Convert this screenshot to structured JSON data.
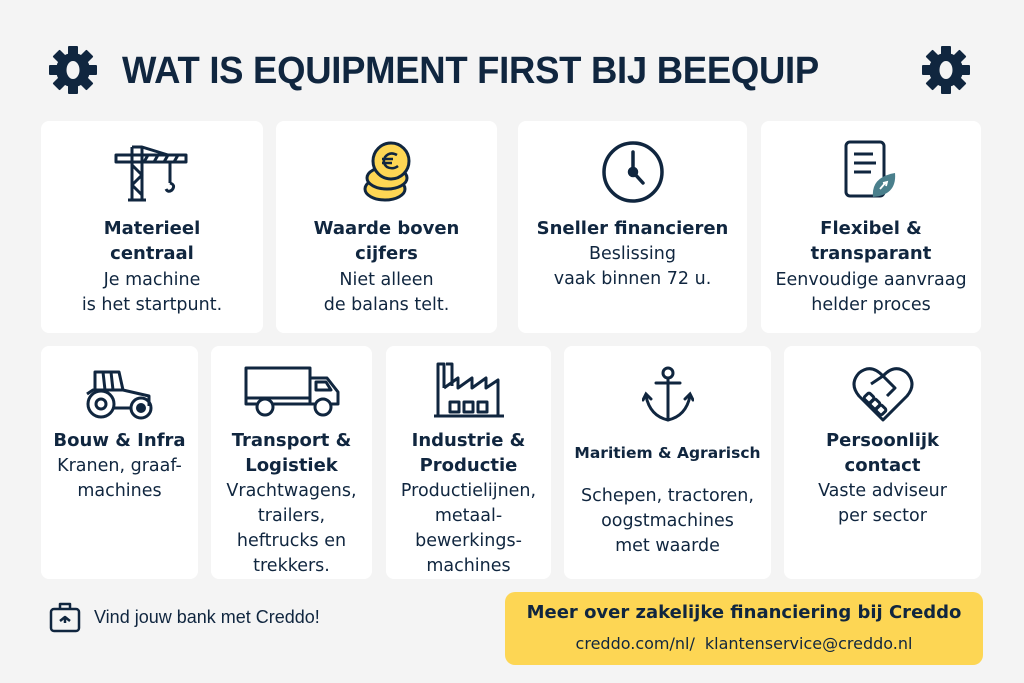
{
  "header": {
    "title": "WAT IS EQUIPMENT FIRST BIJ BEEQUIP",
    "left_icon": "gear-icon",
    "right_icon": "gear-icon"
  },
  "colors": {
    "background": "#f4f4f4",
    "card": "#ffffff",
    "text": "#10263f",
    "accent_yellow": "#fdd654",
    "accent_teal": "#4a7f8c"
  },
  "features": [
    {
      "icon": "crane-icon",
      "heading_lines": [
        "Materieel",
        "centraal"
      ],
      "body_lines": [
        "Je machine",
        "is het startpunt."
      ]
    },
    {
      "icon": "euro-coins-icon",
      "heading_lines": [
        "Waarde boven",
        "cijfers"
      ],
      "body_lines": [
        "Niet alleen",
        "de balans telt."
      ]
    },
    {
      "icon": "clock-icon",
      "heading_lines": [
        "Sneller financieren"
      ],
      "body_lines": [
        "Beslissing",
        "vaak binnen 72 u."
      ]
    },
    {
      "icon": "document-leaf-icon",
      "heading_lines": [
        "Flexibel &",
        "transparant"
      ],
      "body_lines": [
        "Eenvoudige aanvraag",
        "helder proces"
      ]
    }
  ],
  "sectors": [
    {
      "icon": "tractor-icon",
      "heading_lines": [
        "Bouw & Infra"
      ],
      "body_lines": [
        "Kranen, graaf-",
        "machines"
      ]
    },
    {
      "icon": "truck-icon",
      "heading_lines": [
        "Transport &",
        "Logistiek"
      ],
      "body_lines": [
        "Vrachtwagens,",
        "trailers,",
        "heftrucks en",
        "trekkers."
      ]
    },
    {
      "icon": "factory-icon",
      "heading_lines": [
        "Industrie &",
        "Productie"
      ],
      "body_lines": [
        "Productielijnen,",
        "metaal-",
        "bewerkings-",
        "machines"
      ]
    },
    {
      "icon": "anchor-icon",
      "heading_lines": [
        "Maritiem & Agrarisch"
      ],
      "body_lines": [
        "Schepen, tractoren,",
        "oogstmachines",
        "met waarde"
      ]
    },
    {
      "icon": "heart-handshake-icon",
      "heading_lines": [
        "Persoonlijk",
        "contact"
      ],
      "body_lines": [
        "Vaste adviseur",
        "per sector"
      ]
    }
  ],
  "footer": {
    "left_icon": "briefcase-icon",
    "left_label": "Vind jouw bank met Creddo!",
    "cta_title": "Meer over zakelijke financiering bij Creddo",
    "cta_link_1": "creddo.com/nl/",
    "cta_link_2": "klantenservice@creddo.nl"
  }
}
